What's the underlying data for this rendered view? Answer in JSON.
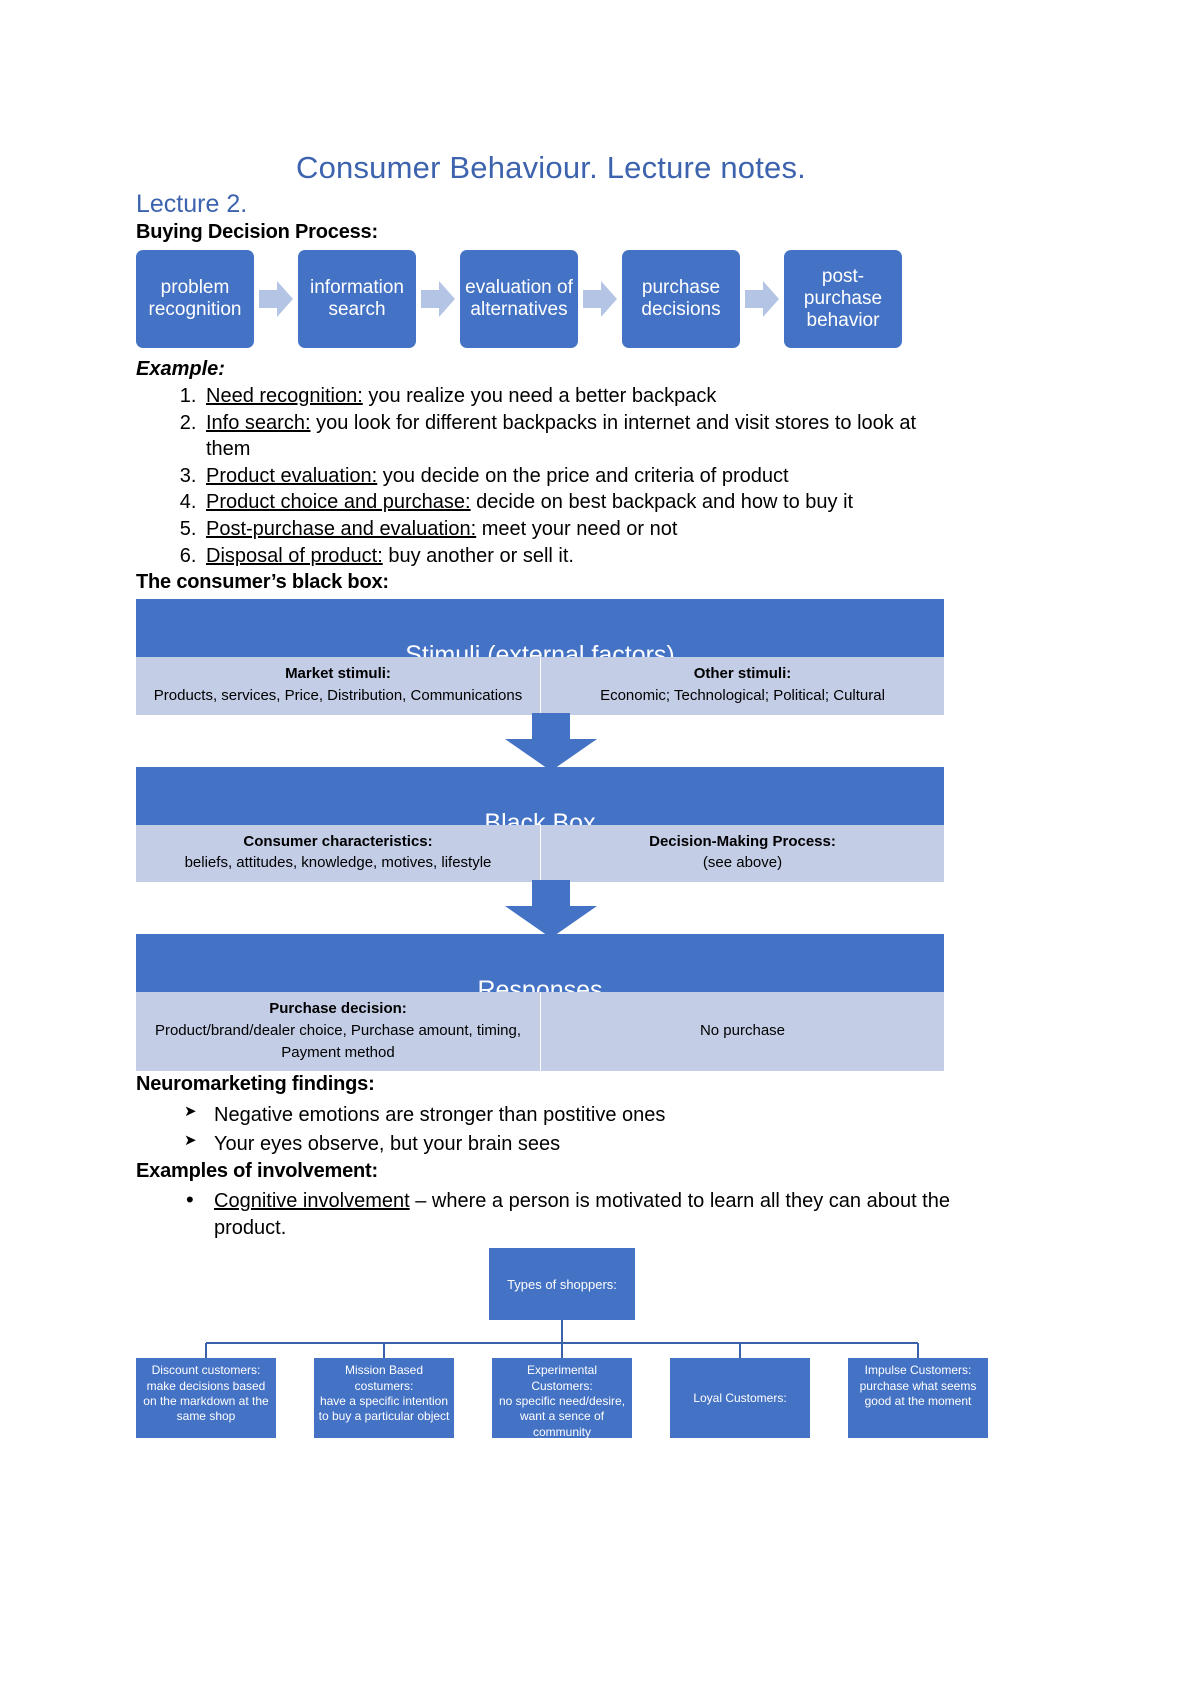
{
  "document": {
    "title": "Consumer Behaviour. Lecture notes.",
    "lecture": "Lecture 2.",
    "accent_color": "#3d63ae",
    "box_color": "#4472c4",
    "band_color": "#c3cde6"
  },
  "buying_process": {
    "heading": "Buying Decision Process:",
    "steps": [
      "problem recognition",
      "information search",
      "evaluation of alternatives",
      "purchase decisions",
      "post-purchase behavior"
    ]
  },
  "example": {
    "heading": "Example:",
    "items": [
      {
        "term": "Need recognition:",
        "text": " you realize you need a better backpack"
      },
      {
        "term": "Info search:",
        "text": " you look for different backpacks in internet and visit stores to look at them"
      },
      {
        "term": "Product evaluation:",
        "text": " you decide on the price and criteria of product"
      },
      {
        "term": "Product choice and purchase:",
        "text": " decide on best backpack and how to buy it"
      },
      {
        "term": "Post-purchase and evaluation:",
        "text": " meet your need or not"
      },
      {
        "term": "Disposal of product:",
        "text": " buy another or sell it."
      }
    ]
  },
  "black_box": {
    "heading": "The consumer’s black box:",
    "blocks": [
      {
        "title": "Stimuli (external factors)",
        "left_title": "Market stimuli:",
        "left_text": "Products, services, Price, Distribution, Communications",
        "right_title": "Other stimuli:",
        "right_text": "Economic; Technological; Political; Cultural"
      },
      {
        "title": "Black Box",
        "left_title": "Consumer characteristics:",
        "left_text": "beliefs, attitudes, knowledge, motives, lifestyle",
        "right_title": "Decision-Making Process:",
        "right_text": "(see above)"
      },
      {
        "title": "Responses",
        "left_title": "Purchase decision:",
        "left_text": "Product/brand/dealer choice, Purchase amount, timing, Payment method",
        "right_title": "",
        "right_text": "No purchase"
      }
    ]
  },
  "neuromarketing": {
    "heading": "Neuromarketing findings:",
    "items": [
      "Negative emotions are stronger than postitive ones",
      "Your eyes observe, but your brain sees"
    ]
  },
  "involvement": {
    "heading": "Examples of involvement:",
    "items": [
      {
        "term": "Cognitive involvement",
        "text": " – where a person is motivated to learn all they can about the product."
      }
    ]
  },
  "shoppers_chart": {
    "root": "Types of shoppers:",
    "leaves": [
      {
        "title": "Discount customers:",
        "text": "make decisions based on the markdown at the same shop"
      },
      {
        "title": "Mission Based costumers:",
        "text": "have a specific  intention to buy  a particular object"
      },
      {
        "title": "Experimental Customers:",
        "text": "no specific need/desire, want a sence of community"
      },
      {
        "title": "Loyal Customers:",
        "text": ""
      },
      {
        "title": "Impulse Customers:",
        "text": "purchase what seems good at the moment"
      }
    ]
  }
}
